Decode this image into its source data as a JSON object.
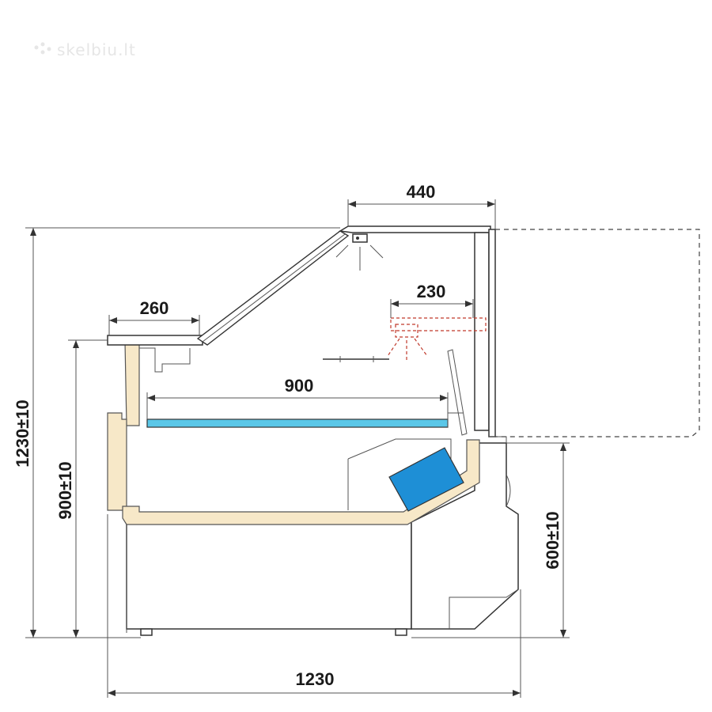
{
  "watermark": "skelbiu.lt",
  "dimensions": {
    "top_width": "440",
    "lamp_offset": "230",
    "shelf_depth": "260",
    "tray_depth": "900",
    "total_height": "1230±10",
    "counter_height": "900±10",
    "rear_height": "600±10",
    "total_depth": "1230"
  },
  "colors": {
    "insulation": "#f7e8c8",
    "tray": "#5bc7e8",
    "evaporator": "#1e8fd6",
    "lamp_dashed": "#c0392b"
  }
}
